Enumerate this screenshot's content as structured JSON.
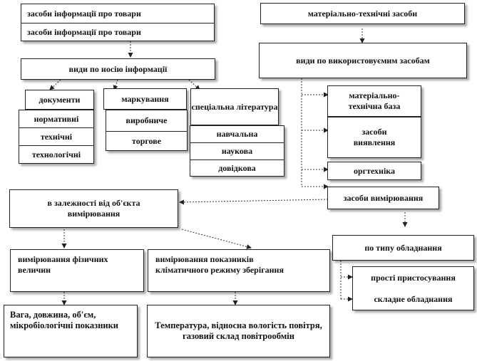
{
  "info": {
    "header_1": "засоби інформації про товари",
    "header_2": "засоби інформації про товари",
    "by_carrier": "види по носію інформації",
    "documents": {
      "title": "документи",
      "items": [
        "нормативні",
        "технічні",
        "технологічні"
      ]
    },
    "marking": {
      "title": "маркування",
      "items": [
        "виробниче",
        "торгове"
      ]
    },
    "literature": {
      "title": "спеціальна література",
      "items": [
        "навчальна",
        "наукова",
        "довідкова"
      ]
    }
  },
  "material": {
    "header": "матеріально-технічні засоби",
    "by_means": "види по використовуємим засобам",
    "items": [
      "матеріально-технічна база",
      "засоби виявлення",
      "оргтехніка",
      "засоби вимірювання"
    ]
  },
  "measurement": {
    "by_object": "в залежності від об'єкта вимірювання",
    "physical": "вимірювання фізичних величин",
    "climate": "вимірювання показників кліматичного режиму зберігання",
    "physical_examples": "Вага, довжина, об'єм, мікробіологічні показники",
    "climate_examples": "Температура, відносна вологість повітря, газовий склад повітрообмін"
  },
  "equipment": {
    "by_type": "по типу обладнання",
    "items": [
      "прості пристосування",
      "складне обладнання"
    ]
  }
}
